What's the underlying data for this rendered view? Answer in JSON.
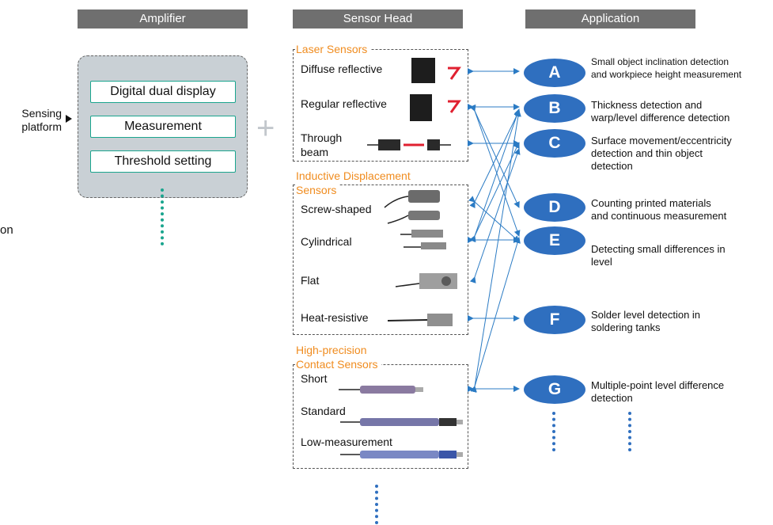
{
  "headers": {
    "amplifier": "Amplifier",
    "sensor_head": "Sensor Head",
    "application": "Application"
  },
  "amplifier": {
    "buttons": [
      "Digital dual display",
      "Measurement",
      "Threshold setting"
    ],
    "input_label_line1": "Sensing",
    "input_label_line2": "platform",
    "edge_fragment": "on"
  },
  "groups": {
    "laser": {
      "title": "Laser Sensors",
      "items": [
        "Diffuse reflective",
        "Regular reflective",
        "Through",
        "beam"
      ]
    },
    "inductive": {
      "title_line1": "Inductive Displacement",
      "title_line2": "Sensors",
      "items": [
        "Screw-shaped",
        "Cylindrical",
        "Flat",
        "Heat-resistive"
      ]
    },
    "contact": {
      "title_line1": "High-precision",
      "title_line2": "Contact Sensors",
      "items": [
        "Short",
        "Standard",
        "Low-measurement"
      ]
    }
  },
  "applications": [
    {
      "letter": "A",
      "lines": [
        "Small object inclination detection",
        "and workpiece height measurement"
      ]
    },
    {
      "letter": "B",
      "lines": [
        "Thickness detection and",
        "warp/level difference detection"
      ]
    },
    {
      "letter": "C",
      "lines": [
        "Surface movement/eccentricity",
        "detection and thin object",
        "detection"
      ]
    },
    {
      "letter": "D",
      "lines": [
        "Counting printed materials",
        "and continuous measurement"
      ]
    },
    {
      "letter": "E",
      "lines": [
        "Detecting small differences in",
        "level"
      ]
    },
    {
      "letter": "F",
      "lines": [
        "Solder level detection in",
        "soldering tanks"
      ]
    },
    {
      "letter": "G",
      "lines": [
        "Multiple-point level difference",
        "detection"
      ]
    }
  ],
  "colors": {
    "header_bg": "#6f6f6f",
    "accent_orange": "#f08c1f",
    "teal": "#1aa58e",
    "app_blue": "#2f6fbf",
    "arrow_blue": "#2b7bc4",
    "amp_bg": "#c9d0d5"
  },
  "icons": [
    "laser-beam-icon",
    "sensor-photo-icon",
    "arrow-icon",
    "plus-icon",
    "dotted-continuation-icon"
  ]
}
